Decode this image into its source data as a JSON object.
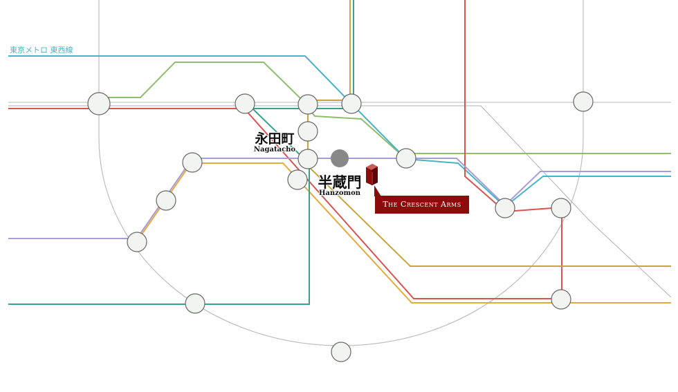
{
  "map": {
    "line_label": "東京メトロ 東西線",
    "colors": {
      "background": "#ffffff",
      "tozai": "#47b3c7",
      "hanzomon_line": "#a89bd6",
      "marunouchi": "#d9534f",
      "yurakucho": "#c8a43a",
      "ginza": "#e6a93c",
      "namboku": "#2fa58b",
      "chiyoda": "#8fbd6a",
      "outer_loop": "#bdbdbd",
      "station_fill": "#f2f4f2",
      "station_stroke": "#666666",
      "current_station": "#888888",
      "property": "#8b0a0a"
    },
    "stations": [
      {
        "ja": "永田町",
        "en": "Nagatacho"
      },
      {
        "ja": "半蔵門",
        "en": "Hanzomon"
      }
    ],
    "property": {
      "name": "The Crescent Arms",
      "icon": "building-icon"
    }
  }
}
